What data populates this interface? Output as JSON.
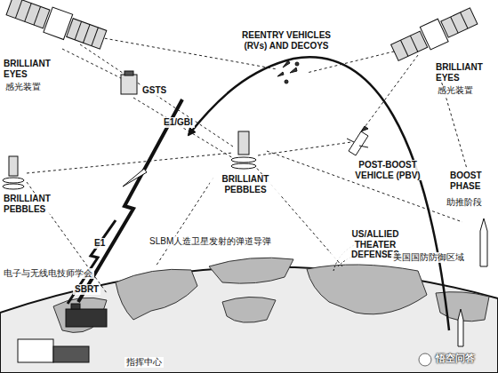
{
  "diagram": {
    "labels": [
      "BRILLIANT EYES",
      "感光装置",
      "GSTS",
      "REENTRY VEHICLES (RVs) AND DECOYS",
      "BRILLIANT EYES",
      "感光装置",
      "E1/GBI",
      "BRILLIANT PEBBLES",
      "BRILLIANT PEBBLES",
      "POST-BOOST VEHICLE (PBV)",
      "BOOST PHASE",
      "助推阶段",
      "E1",
      "SLBM人造卫星发射的弹道导弹",
      "US/ALLIED THEATER DEFENSES",
      "美国国防防御区域",
      "电子与无线电技师学会",
      "SBRT",
      "指挥中心",
      "悟空问答"
    ]
  }
}
